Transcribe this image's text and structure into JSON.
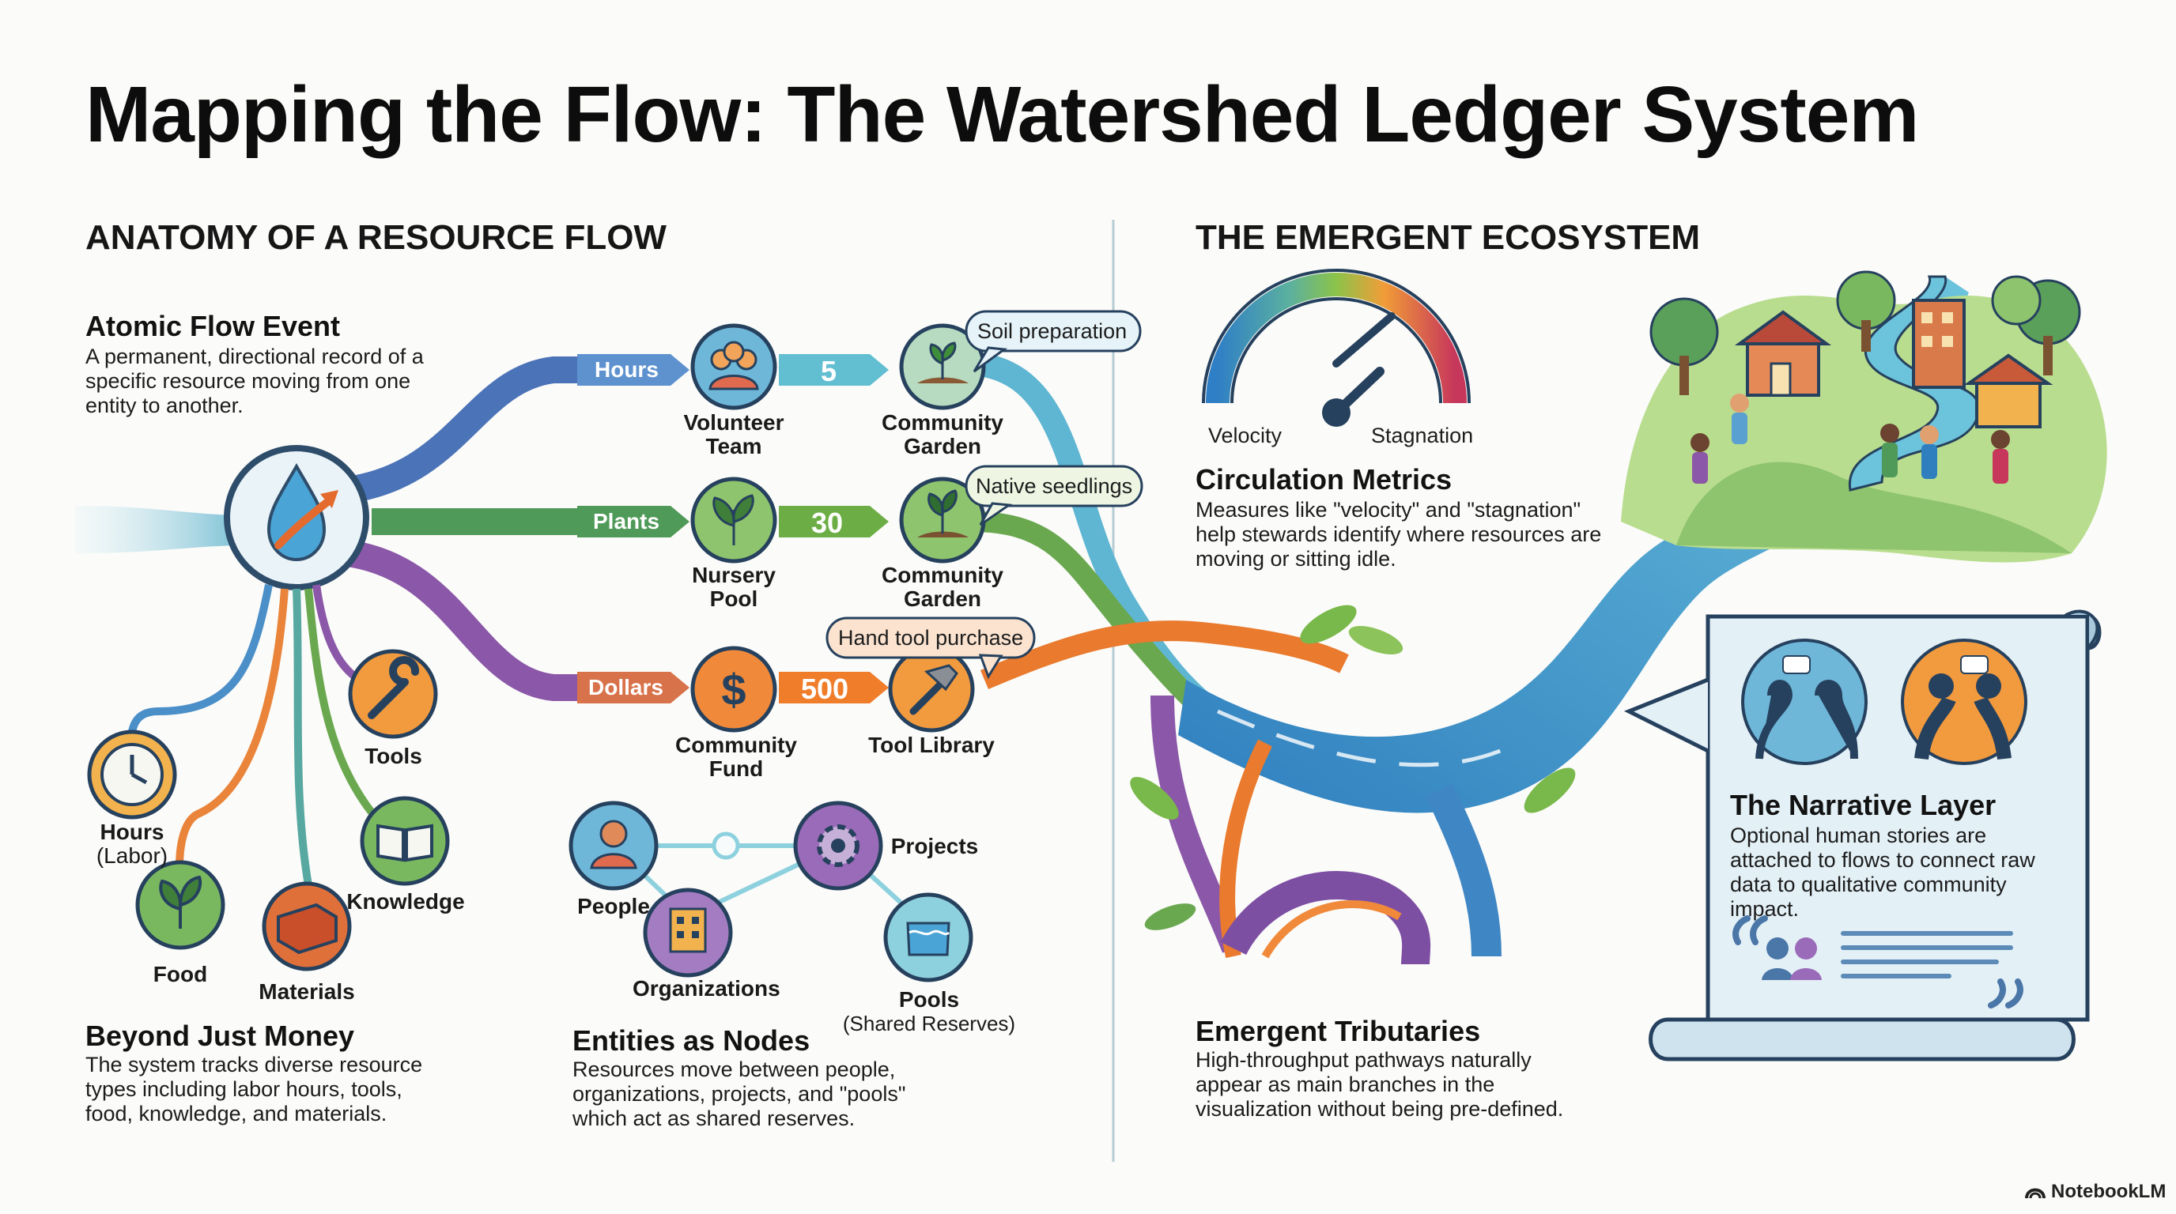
{
  "title": "Mapping the Flow: The Watershed Ledger System",
  "left": {
    "heading": "ANATOMY OF A RESOURCE FLOW",
    "atomic": {
      "title": "Atomic Flow Event",
      "body": "A permanent, directional record of a specific resource moving from one entity to another."
    },
    "flows": [
      {
        "resource": "Hours",
        "quantity": "5",
        "from": "Volunteer Team",
        "to": "Community Garden",
        "note": "Soil preparation",
        "color": "#5b9fd0"
      },
      {
        "resource": "Plants",
        "quantity": "30",
        "from": "Nursery Pool",
        "to": "Community Garden",
        "note": "Native seedlings",
        "color": "#4f9a58"
      },
      {
        "resource": "Dollars",
        "quantity": "500",
        "from": "Community Fund",
        "to": "Tool Library",
        "note": "Hand tool purchase",
        "color": "#e0703a"
      }
    ],
    "resource_types": [
      {
        "label": "Hours",
        "sublabel": "(Labor)",
        "icon": "clock-icon"
      },
      {
        "label": "Tools",
        "icon": "wrench-icon"
      },
      {
        "label": "Knowledge",
        "icon": "book-icon"
      },
      {
        "label": "Food",
        "icon": "plant-icon"
      },
      {
        "label": "Materials",
        "icon": "brick-icon"
      }
    ],
    "beyond": {
      "title": "Beyond Just Money",
      "body": "The system tracks diverse resource types including labor hours, tools, food, knowledge, and materials."
    },
    "entities": {
      "nodes": [
        {
          "label": "People",
          "icon": "person-icon"
        },
        {
          "label": "Projects",
          "icon": "gear-icon"
        },
        {
          "label": "Organizations",
          "icon": "building-icon"
        },
        {
          "label": "Pools",
          "sublabel": "(Shared Reserves)",
          "icon": "pool-icon"
        }
      ],
      "title": "Entities as Nodes",
      "body": "Resources move between people, organizations, projects, and \"pools\" which act as shared reserves."
    }
  },
  "right": {
    "heading": "THE EMERGENT ECOSYSTEM",
    "gauge": {
      "left_label": "Velocity",
      "right_label": "Stagnation"
    },
    "metrics": {
      "title": "Circulation Metrics",
      "body": "Measures like \"velocity\" and \"stagnation\" help stewards identify where resources are moving or sitting idle."
    },
    "tributaries": {
      "title": "Emergent Tributaries",
      "body": "High-throughput pathways naturally appear as main branches in the visualization without being pre-defined."
    },
    "narrative": {
      "title": "The Narrative Layer",
      "body": "Optional human stories are attached to flows to connect raw data to qualitative community impact."
    }
  },
  "brand": "NotebookLM"
}
